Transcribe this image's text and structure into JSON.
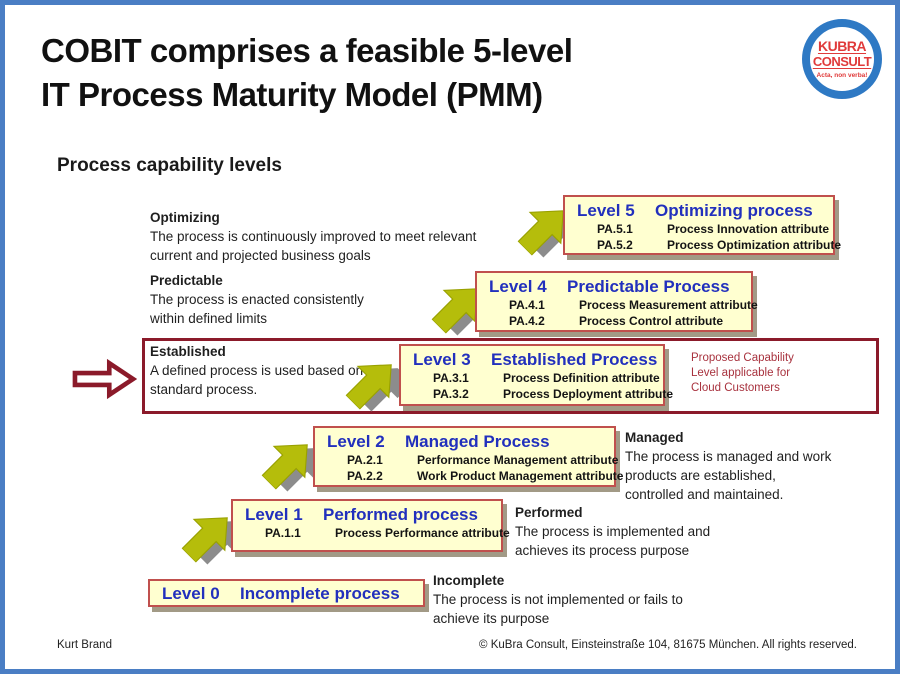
{
  "slide": {
    "title_line1": "COBIT comprises a feasible 5-level",
    "title_line2": "IT Process Maturity Model (PMM)",
    "section_heading": "Process capability levels",
    "footer_left": "Kurt Brand",
    "footer_right": "© KuBra Consult, Einsteinstraße 104, 81675 München. All rights reserved."
  },
  "logo": {
    "line1": "KUBRA",
    "line2": "CONSULT",
    "tagline": "Acta, non verba!"
  },
  "levels": [
    {
      "level": "Level 5",
      "name": "Optimizing process",
      "attrs": [
        {
          "code": "PA.5.1",
          "label": "Process Innovation attribute"
        },
        {
          "code": "PA.5.2",
          "label": "Process Optimization attribute"
        }
      ]
    },
    {
      "level": "Level 4",
      "name": "Predictable Process",
      "attrs": [
        {
          "code": "PA.4.1",
          "label": "Process Measurement attribute"
        },
        {
          "code": "PA.4.2",
          "label": "Process Control attribute"
        }
      ]
    },
    {
      "level": "Level 3",
      "name": "Established Process",
      "attrs": [
        {
          "code": "PA.3.1",
          "label": "Process Definition attribute"
        },
        {
          "code": "PA.3.2",
          "label": "Process Deployment attribute"
        }
      ]
    },
    {
      "level": "Level 2",
      "name": "Managed Process",
      "attrs": [
        {
          "code": "PA.2.1",
          "label": "Performance Management attribute"
        },
        {
          "code": "PA.2.2",
          "label": "Work Product Management attribute"
        }
      ]
    },
    {
      "level": "Level 1",
      "name": "Performed process",
      "attrs": [
        {
          "code": "PA.1.1",
          "label": "Process Performance attribute"
        }
      ]
    },
    {
      "level": "Level 0",
      "name": "Incomplete process",
      "attrs": []
    }
  ],
  "descriptions_left": [
    {
      "heading": "Optimizing",
      "line1": "The process is continuously improved to meet relevant",
      "line2": "current and projected business goals"
    },
    {
      "heading": "Predictable",
      "line1": "The process is enacted consistently",
      "line2": "within defined limits"
    },
    {
      "heading": "Established",
      "line1": "A defined process is used based on a",
      "line2": "standard process."
    }
  ],
  "descriptions_right": [
    {
      "heading": "Managed",
      "line1": "The process is managed and work",
      "line2": "products are established,",
      "line3": "controlled and maintained."
    },
    {
      "heading": "Performed",
      "line1": "The process is implemented and",
      "line2": "achieves its process purpose"
    },
    {
      "heading": "Incomplete",
      "line1": "The process is not implemented or fails to",
      "line2": "achieve its purpose"
    }
  ],
  "annotation": {
    "line1": "Proposed Capability",
    "line2": "Level applicable for",
    "line3": "Cloud Customers"
  },
  "colors": {
    "slide_border": "#4a7ec4",
    "box_background": "#ffffd0",
    "box_border": "#c0504d",
    "level_title_blue": "#2230bd",
    "highlight_maroon": "#8b1a2a",
    "arrow_green": "#b5bd0b",
    "logo_red": "#e03a3a",
    "logo_blue": "#2e79c4",
    "annotation_red": "#a8323e"
  }
}
